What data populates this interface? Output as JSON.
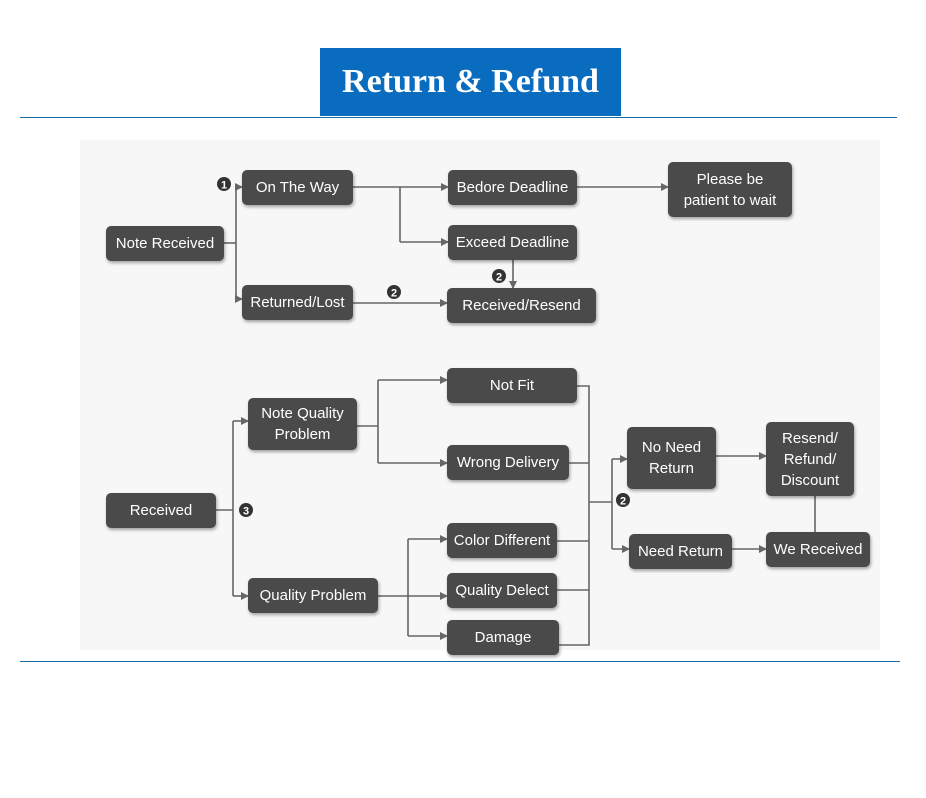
{
  "header": {
    "title": "Return & Refund"
  },
  "flow1": {
    "note_received": "Note Received",
    "on_the_way": "On The Way",
    "returned_lost": "Returned/Lost",
    "before_deadline": "Bedore Deadline",
    "exceed_deadline": "Exceed Deadline",
    "received_resend": "Received/Resend",
    "please_wait": "Please be\npatient to wait"
  },
  "flow2": {
    "received": "Received",
    "note_quality_problem": "Note Quality\nProblem",
    "quality_problem": "Quality Problem",
    "not_fit": "Not Fit",
    "wrong_delivery": "Wrong Delivery",
    "color_different": "Color Different",
    "quality_defect": "Quality Delect",
    "damage": "Damage",
    "no_need_return": "No Need\nReturn",
    "need_return": "Need Return",
    "resend_refund_discount": "Resend/\nRefund/\nDiscount",
    "we_received": "We Received"
  },
  "markers": {
    "one": "1",
    "two": "2",
    "three": "3"
  },
  "colors": {
    "title_bg": "#0a6cbf",
    "node": "#4a4a4a",
    "line": "#666666"
  }
}
